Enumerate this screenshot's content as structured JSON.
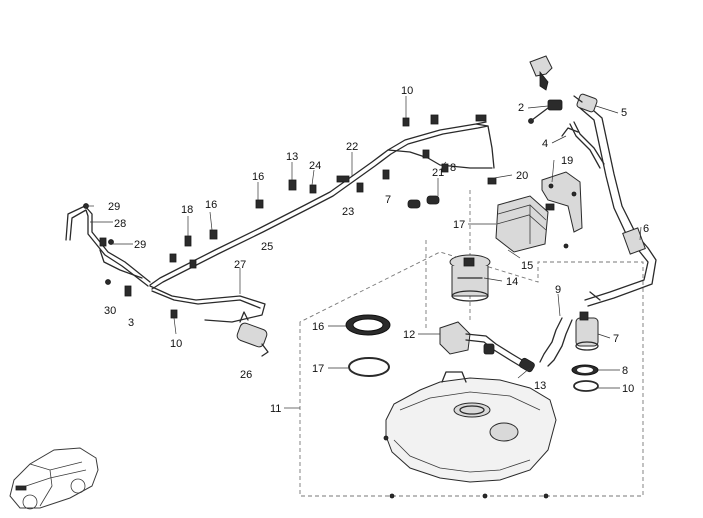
{
  "callouts": [
    {
      "id": "c1",
      "label": "10"
    },
    {
      "id": "c2",
      "label": "13"
    },
    {
      "id": "c3",
      "label": "24"
    },
    {
      "id": "c4",
      "label": "22"
    },
    {
      "id": "c5",
      "label": "8"
    },
    {
      "id": "c6",
      "label": "16"
    },
    {
      "id": "c7",
      "label": "16"
    },
    {
      "id": "c8",
      "label": "18"
    },
    {
      "id": "c9",
      "label": "29"
    },
    {
      "id": "c10",
      "label": "28"
    },
    {
      "id": "c11",
      "label": "29"
    },
    {
      "id": "c12",
      "label": "25"
    },
    {
      "id": "c13",
      "label": "23"
    },
    {
      "id": "c14",
      "label": "7"
    },
    {
      "id": "c15",
      "label": "21"
    },
    {
      "id": "c16",
      "label": "20"
    },
    {
      "id": "c17",
      "label": "19"
    },
    {
      "id": "c18",
      "label": "17"
    },
    {
      "id": "c19",
      "label": "2"
    },
    {
      "id": "c20",
      "label": "5"
    },
    {
      "id": "c21",
      "label": "4"
    },
    {
      "id": "c22",
      "label": "6"
    },
    {
      "id": "c23",
      "label": "15"
    },
    {
      "id": "c24",
      "label": "14"
    },
    {
      "id": "c25",
      "label": "27"
    },
    {
      "id": "c26",
      "label": "30"
    },
    {
      "id": "c27",
      "label": "3"
    },
    {
      "id": "c28",
      "label": "10"
    },
    {
      "id": "c29",
      "label": "26"
    },
    {
      "id": "c30",
      "label": "16"
    },
    {
      "id": "c31",
      "label": "17"
    },
    {
      "id": "c32",
      "label": "12"
    },
    {
      "id": "c33",
      "label": "9"
    },
    {
      "id": "c34",
      "label": "7"
    },
    {
      "id": "c35",
      "label": "13"
    },
    {
      "id": "c36",
      "label": "8"
    },
    {
      "id": "c37",
      "label": "10"
    },
    {
      "id": "c38",
      "label": "11"
    }
  ],
  "icons": {
    "vehicle": "suv-outline-icon"
  }
}
